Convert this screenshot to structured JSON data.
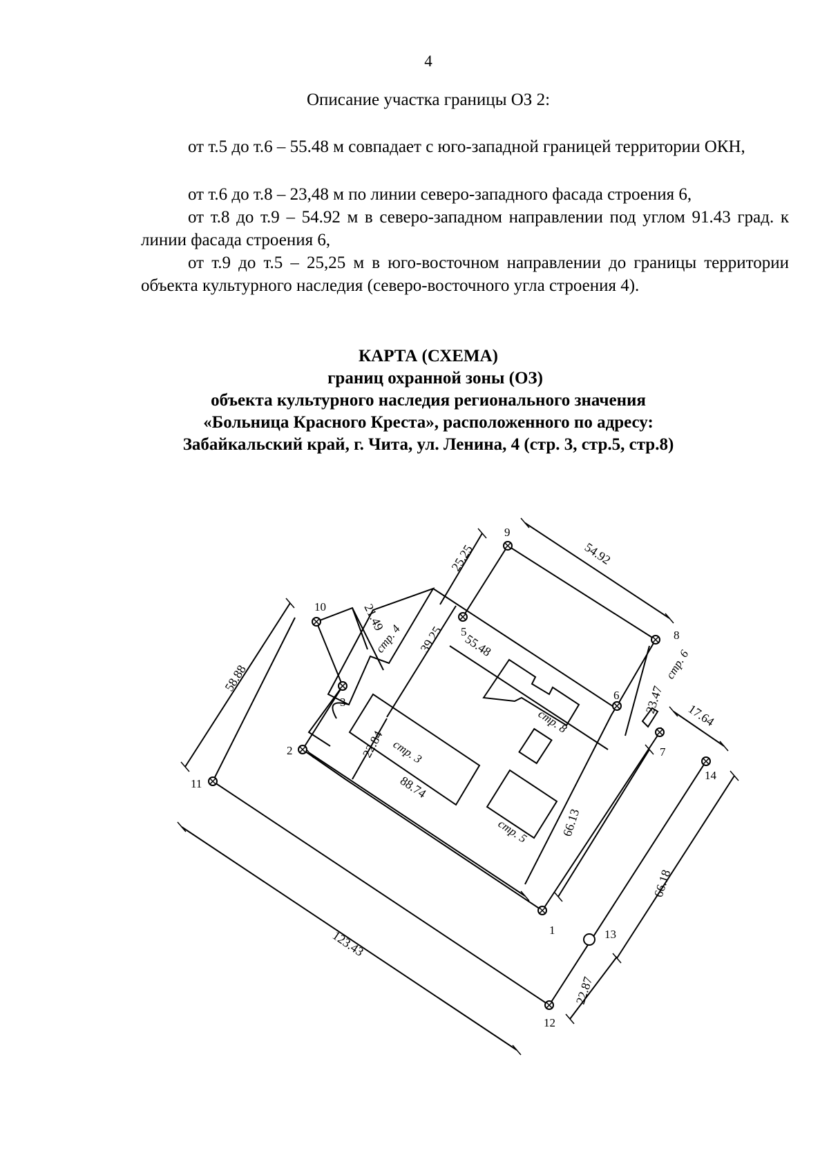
{
  "page_number": "4",
  "section_heading": "Описание участка границы ОЗ 2:",
  "paragraphs": {
    "p1": "от т.5 до т.6 – 55.48 м совпадает с юго-западной границей территории ОКН,",
    "p2": "от т.6 до т.8 – 23,48 м по линии северо-западного фасада строения 6,",
    "p3": "от т.8 до т.9 – 54.92 м в северо-западном направлении под углом 91.43 град. к линии фасада строения 6,",
    "p4": "от т.9 до т.5 – 25,25 м в юго-восточном направлении до границы территории объекта культурного наследия (северо-восточного угла строения 4)."
  },
  "map_title": {
    "line1": "КАРТА (СХЕМА)",
    "line2": "границ охранной зоны (ОЗ)",
    "line3": "объекта культурного наследия регионального значения",
    "line4": "«Больница Красного Креста», расположенного по адресу:",
    "line5": "Забайкальский край, г. Чита, ул. Ленина, 4 (стр. 3, стр.5, стр.8)"
  },
  "scheme": {
    "points": {
      "p1": "1",
      "p2": "2",
      "p3": "3",
      "p5": "5",
      "p6": "6",
      "p7": "7",
      "p8": "8",
      "p9": "9",
      "p10": "10",
      "p11": "11",
      "p12": "12",
      "p13": "13",
      "p14": "14"
    },
    "dimensions": {
      "d5492": "54.92",
      "d2525": "25.25",
      "d2149": "21.49",
      "d3925": "39.25",
      "d5548": "55.48",
      "d5888": "58.88",
      "d2347": "23.47",
      "d1764": "17.64",
      "d2284": "22.84",
      "d8874": "88.74",
      "d6613": "66.13",
      "d6618": "66.18",
      "d12343": "123.43",
      "d2287": "22.87"
    },
    "buildings": {
      "str3": "стр. 3",
      "str4": "стр. 4",
      "str5": "стр. 5",
      "str6": "стр. 6",
      "str8": "стр. 8"
    },
    "line_color": "#000000"
  }
}
